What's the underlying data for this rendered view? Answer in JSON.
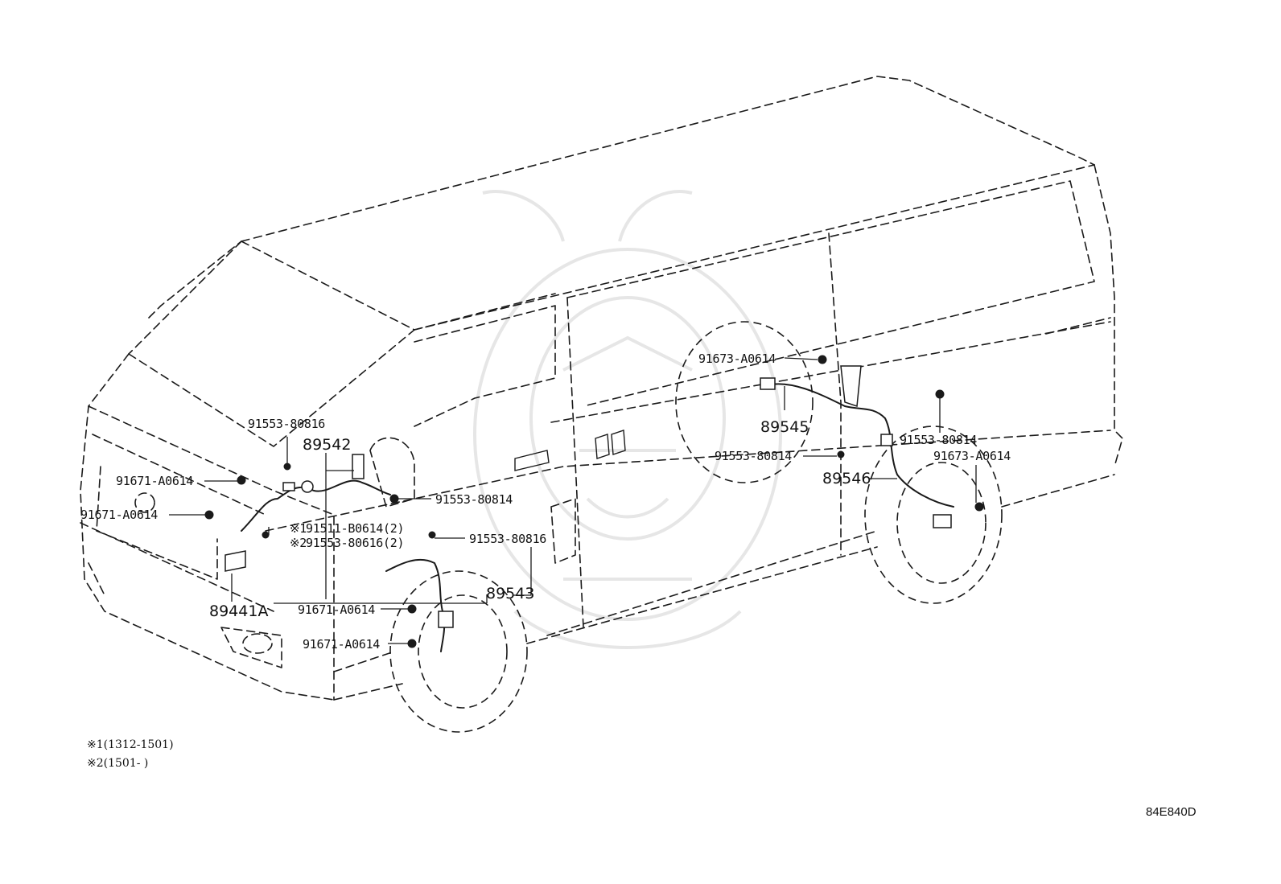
{
  "labels": {
    "part_89542": "89542",
    "part_89543": "89543",
    "part_89545": "89545",
    "part_89546": "89546",
    "part_89441A": "89441A",
    "bolt_91553_80816_top": "91553-80816",
    "bolt_91671_A0614_a": "91671-A0614",
    "bolt_91671_A0614_b": "91671-A0614",
    "bolt_91553_80814_mid": "91553-80814",
    "note_1_symbol": "※1",
    "note_1_bolt": "91511-B0614(2)",
    "note_2_symbol": "※2",
    "note_2_bolt": "91553-80616(2)",
    "bolt_91553_80816_mid": "91553-80816",
    "bolt_91671_A0614_c": "91671-A0614",
    "bolt_91671_A0614_d": "91671-A0614",
    "bolt_91673_A0614_top": "91673-A0614",
    "bolt_91553_80814_right": "91553-80814",
    "bolt_91553_80814_rear": "91553-80814",
    "bolt_91673_A0614_rear": "91673-A0614"
  },
  "footnotes": {
    "line1": "※1(1312-1501)",
    "line2": "※2(1501-      )"
  },
  "reference_code": "84E840D",
  "colors": {
    "line": "#1a1a1a",
    "background": "#ffffff",
    "watermark": "#e6e6e6"
  }
}
